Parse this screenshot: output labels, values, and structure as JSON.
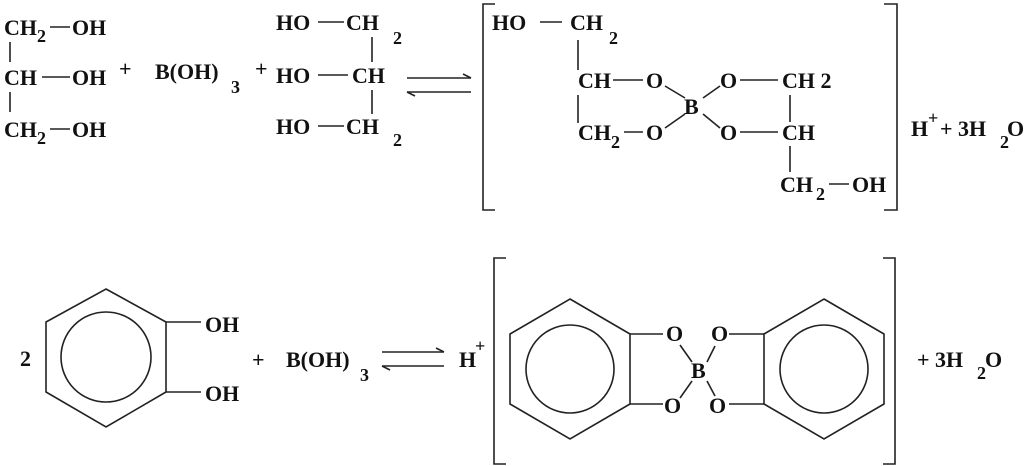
{
  "labels": {
    "ch2": "CH",
    "ch": "CH",
    "oh": "OH",
    "ho": "HO",
    "o": "O",
    "b": "B",
    "sub2": "2",
    "sub3": "3",
    "plus": "+",
    "boric_acid": "B(OH)",
    "h_ion": "H",
    "h_ion_charge": "+",
    "water_coef": "+ 3H",
    "water_tail": "O",
    "two": "2",
    "ch2_spaced": "CH 2"
  },
  "colors": {
    "ink": "#111111",
    "background": "#ffffff"
  }
}
